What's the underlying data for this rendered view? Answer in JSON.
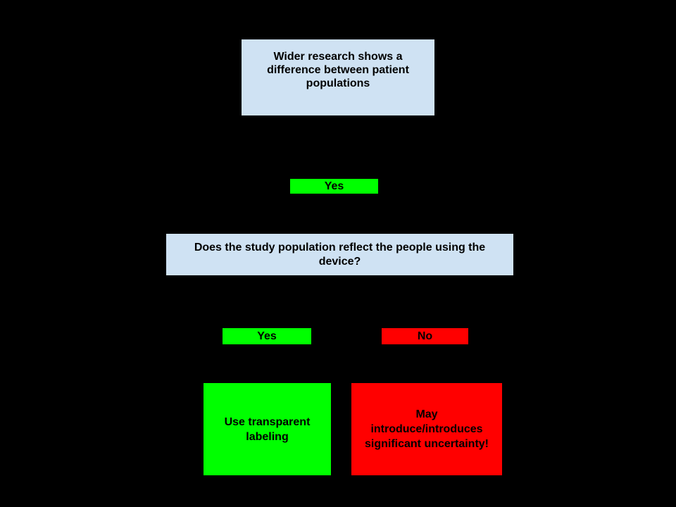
{
  "colors": {
    "background": "#000000",
    "info_box_fill": "#cfe2f3",
    "yes_green": "#00ff00",
    "no_red": "#ff0000",
    "text": "#000000"
  },
  "flowchart": {
    "premise": {
      "label": "Wider research shows a difference between patient populations"
    },
    "top_branch": {
      "label": "Yes"
    },
    "question": {
      "label": "Does the study population reflect the people using the device?"
    },
    "yes_branch": {
      "label": "Yes"
    },
    "no_branch": {
      "label": "No"
    },
    "yes_outcome": {
      "label": "Use transparent labeling"
    },
    "no_outcome": {
      "label": "May introduce/introduces significant uncertainty!"
    }
  }
}
